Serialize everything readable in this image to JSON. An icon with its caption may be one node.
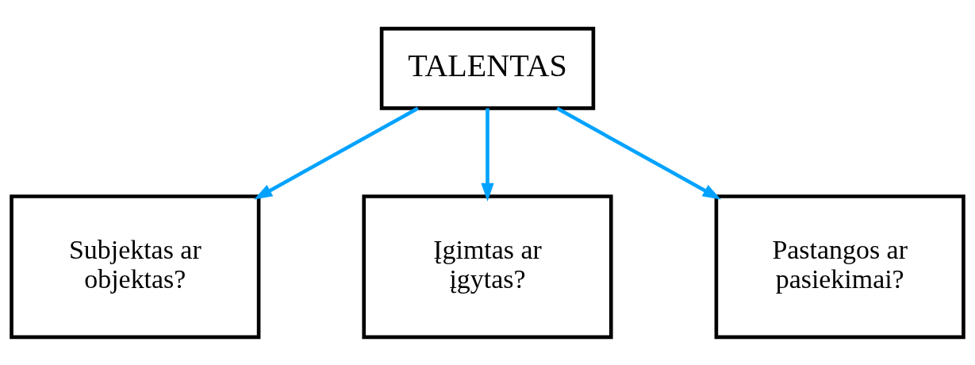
{
  "diagram": {
    "nodes": [
      {
        "text": [
          "TALENTAS"
        ]
      },
      {
        "text": [
          "Subjektas ar objektas?"
        ]
      },
      {
        "text": [
          "Įgimtas ar įgytas?"
        ]
      },
      {
        "text": [
          "Pastangos ar pasiekimai?"
        ]
      }
    ],
    "edges": [
      {
        "from": 0,
        "to": 1,
        "arrow": "to"
      },
      {
        "from": 0,
        "to": 2,
        "arrow": "to"
      },
      {
        "from": 0,
        "to": 3,
        "arrow": "to"
      }
    ]
  }
}
